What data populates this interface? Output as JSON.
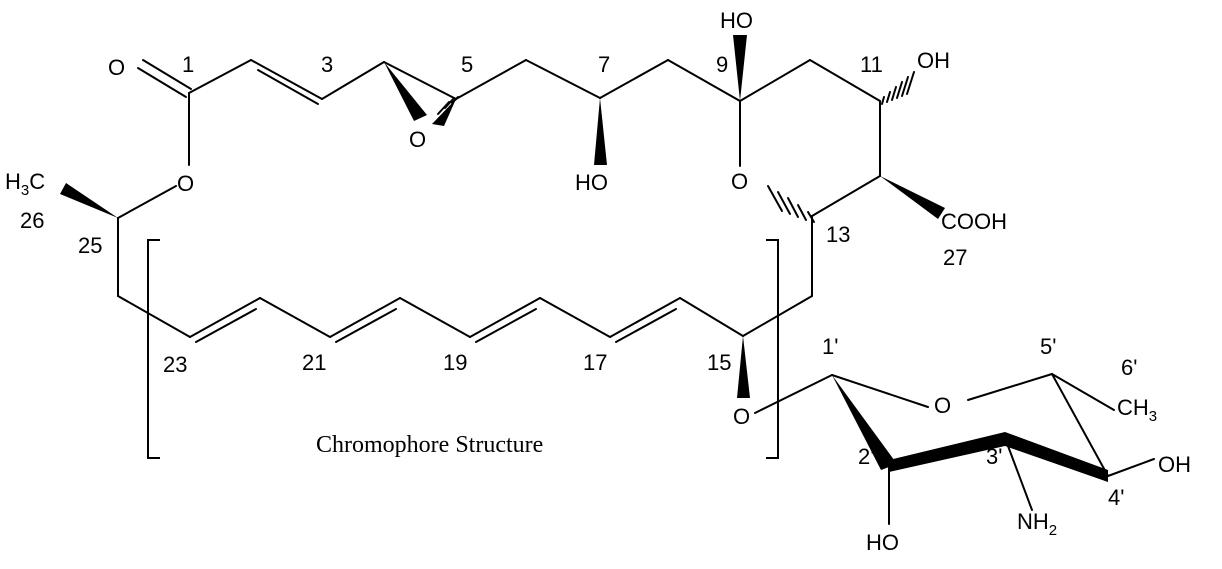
{
  "caption": "Chromophore Structure",
  "atom_labels": {
    "o_carbonyl": "O",
    "o_ester": "O",
    "o_epoxide": "O",
    "ho_7": "HO",
    "ho_9": "HO",
    "oh_11": "OH",
    "o_ring": "O",
    "cooh": "COOH",
    "ch3_26_h": "H",
    "ch3_26_3": "3",
    "ch3_26_c": "C",
    "o_glyco": "O",
    "o_sugar_ring": "O",
    "ch3_6_c": "CH",
    "ch3_6_3": "3",
    "oh_4": "OH",
    "ho_2": "HO",
    "nh2_nh": "NH",
    "nh2_2": "2"
  },
  "locants": {
    "c1": "1",
    "c3": "3",
    "c5": "5",
    "c7": "7",
    "c9": "9",
    "c11": "11",
    "c13": "13",
    "c15": "15",
    "c17": "17",
    "c19": "19",
    "c21": "21",
    "c23": "23",
    "c25": "25",
    "c26": "26",
    "c27": "27",
    "s1": "1'",
    "s2": "2'",
    "s3": "3'",
    "s4": "4'",
    "s5": "5'",
    "s6": "6'"
  }
}
